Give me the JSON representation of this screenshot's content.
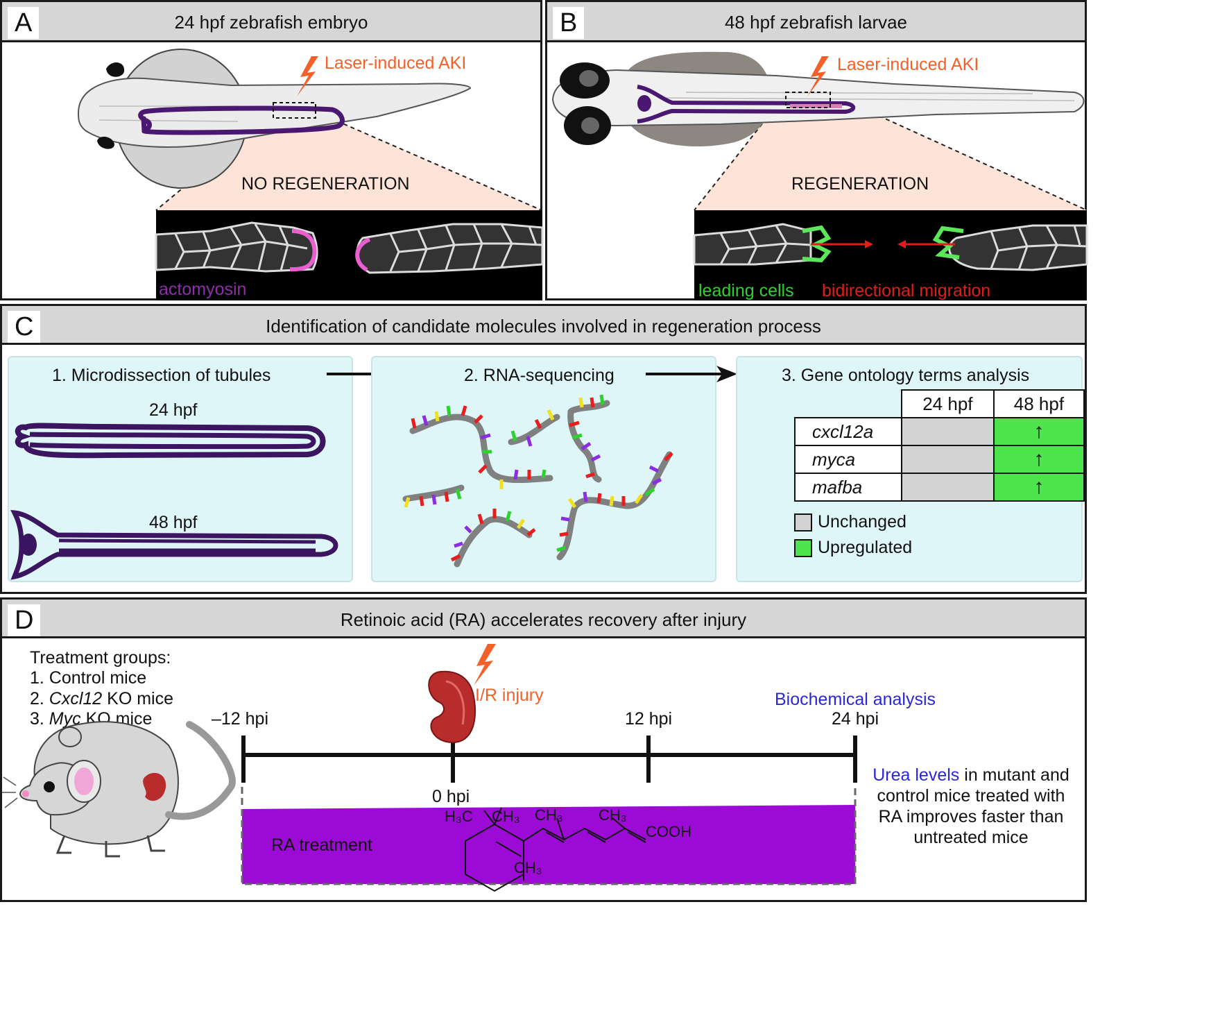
{
  "panel_a": {
    "label": "A",
    "title": "24 hpf zebrafish embryo",
    "injury_label": "Laser-induced AKI",
    "outcome": "NO REGENERATION",
    "stain_label": "actomyosin"
  },
  "panel_b": {
    "label": "B",
    "title": "48 hpf zebrafish larvae",
    "injury_label": "Laser-induced AKI",
    "outcome": "REGENERATION",
    "leading_label": "leading cells",
    "migration_label": "bidirectional migration"
  },
  "panel_c": {
    "label": "C",
    "title": "Identification of candidate molecules involved in regeneration process",
    "steps": [
      "1. Microdissection of tubules",
      "2. RNA-sequencing",
      "3. Gene ontology terms analysis"
    ],
    "tubule_labels": [
      "24 hpf",
      "48 hpf"
    ],
    "table": {
      "columns": [
        "24 hpf",
        "48 hpf"
      ],
      "genes": [
        "cxcl12a",
        "myca",
        "mafba"
      ],
      "arrow": "↑"
    },
    "legend": [
      "Unchanged",
      "Upregulated"
    ],
    "colors": {
      "unchanged": "#d3d3d3",
      "upregulated": "#4de44d"
    }
  },
  "panel_d": {
    "label": "D",
    "title": "Retinoic acid (RA) accelerates recovery after injury",
    "groups_title": "Treatment groups:",
    "groups": [
      {
        "num": "1. ",
        "name": "Control",
        "rest": " mice"
      },
      {
        "num": "2. ",
        "name": "Cxcl12",
        "rest": " KO mice"
      },
      {
        "num": "3. ",
        "name": "Myc",
        "rest": " KO mice"
      }
    ],
    "timeline": [
      "–12 hpi",
      "0 hpi",
      "12 hpi",
      "24 hpi"
    ],
    "injury_label": "I/R injury",
    "analysis_label": "Biochemical analysis",
    "treatment_label": "RA treatment",
    "molecule": {
      "h3c": "H₃C",
      "ch3": "CH₃",
      "cooh": "COOH"
    },
    "conclusion": {
      "highlight": "Urea levels",
      "line1_rest": " in mutant and",
      "line2": "control mice treated with",
      "line3": "RA improves faster than",
      "line4": "untreated mice"
    },
    "colors": {
      "ra_treatment": "#9c0ad6",
      "analysis_text": "#2b27d6",
      "injury": "#f4602a"
    }
  }
}
